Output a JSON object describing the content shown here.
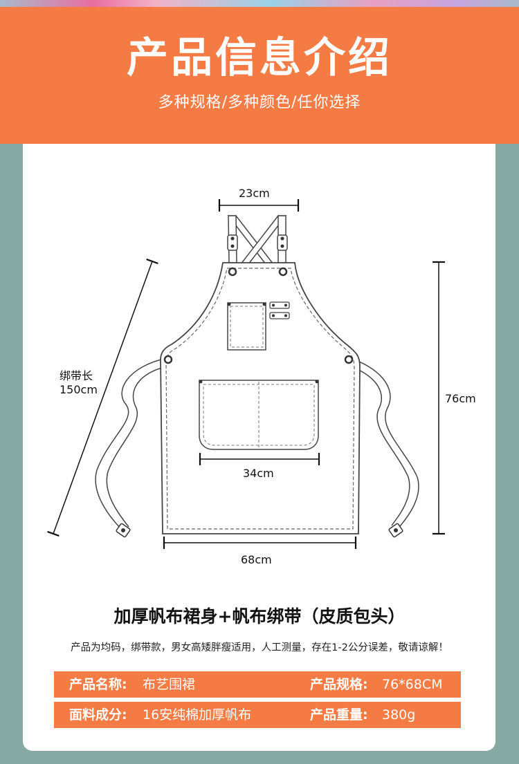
{
  "header": {
    "title": "产品信息介绍",
    "subtitle": "多种规格/多种颜色/任你选择"
  },
  "diagram": {
    "top_width": "23cm",
    "strap_label_line1": "绑带长",
    "strap_label_line2": "150cm",
    "height": "76cm",
    "pocket_width": "34cm",
    "bottom_width": "68cm"
  },
  "description": {
    "heading": "加厚帆布裙身+帆布绑带（皮质包头）",
    "note": "产品为均码，绑带款，男女高矮胖瘦适用，人工测量，存在1-2公分误差，敬请谅解！"
  },
  "specs": {
    "row1": {
      "name_label": "产品名称:",
      "name_value": "布艺围裙",
      "size_label": "产品规格:",
      "size_value": "76*68CM"
    },
    "row2": {
      "fabric_label": "面料成分:",
      "fabric_value": "16安纯棉加厚帆布",
      "weight_label": "产品重量:",
      "weight_value": "380g"
    }
  },
  "colors": {
    "accent": "#f47b44",
    "background": "#86a9a3",
    "card": "#ffffff"
  }
}
